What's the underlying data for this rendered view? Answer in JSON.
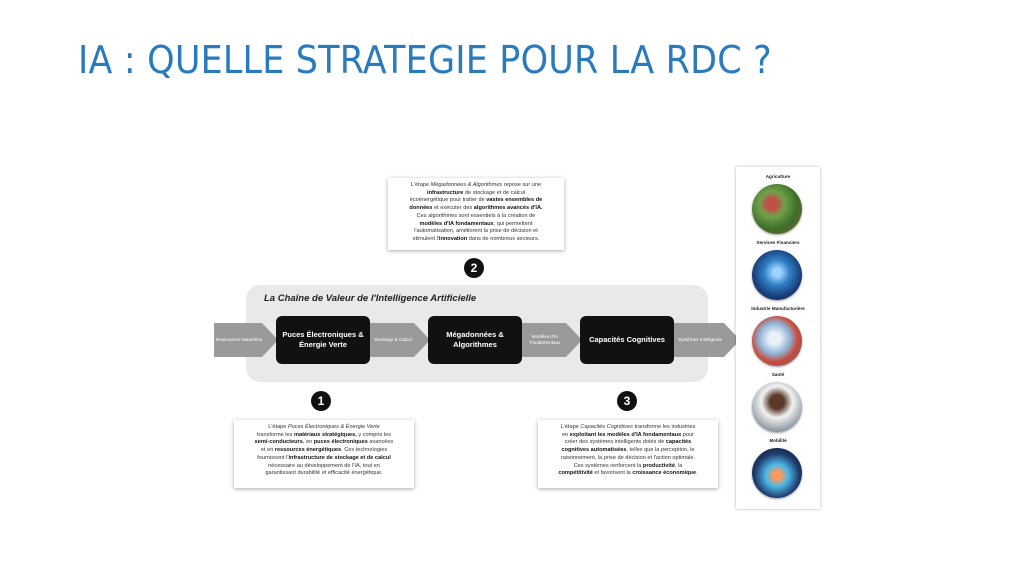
{
  "slide": {
    "title": "IA : QUELLE STRATEGIE POUR LA RDC ?"
  },
  "diagram": {
    "chain_title": "La Chaîne de Valeur de l'Intelligence Artificielle",
    "input_arrow": "Ressources Naturelles",
    "stages": [
      {
        "number": "1",
        "label": "Puces Électroniques & Énergie Verte"
      },
      {
        "number": "2",
        "label": "Mégadonnées & Algorithmes"
      },
      {
        "number": "3",
        "label": "Capacités Cognitives"
      }
    ],
    "connectors": [
      "Stockage & Calcul",
      "Modèles d'IA Fondamentaux",
      "Systèmes Intelligents"
    ],
    "callouts": {
      "step1": {
        "l1a": "L'étape ",
        "l1i": "Puces Électroniques & Énergie Verte",
        "l2a": "transforme les ",
        "l2b": "matériaux stratégiques,",
        "l2c": " y compris les",
        "l3b": "semi-conducteurs",
        "l3a": ", en ",
        "l3c": "puces électroniques",
        "l3d": " avancées",
        "l4a": "et en ",
        "l4b": "ressources énergétiques",
        "l4c": ". Ces technologies",
        "l5a": "fournissent l'",
        "l5b": "infrastructure de stockage et de calcul",
        "l6": "nécessaire au développement de l'IA, tout en",
        "l7": "garantissant durabilité et efficacité énergétique."
      },
      "step2": {
        "l1a": "L'étape ",
        "l1i": "Mégadonnées & Algorithmes",
        "l1c": " repose sur une",
        "l2b": "infrastructure",
        "l2c": " de stockage et de calcul",
        "l3a": "écoénergétique pour traiter de ",
        "l3b": "vastes ensembles de",
        "l4b": "données",
        "l4a": " et exécuter des ",
        "l4c": "algorithmes avancés d'IA.",
        "l5": "Ces algorithmes sont essentiels à la création de",
        "l6b": "modèles d'IA fondamentaux",
        "l6c": ", qui permettent",
        "l7": "l'automatisation, améliorent la prise de décision et",
        "l8a": "stimulent l'",
        "l8b": "innovation",
        "l8c": " dans de nombreux secteurs."
      },
      "step3": {
        "l1a": "L'étape ",
        "l1i": "Capacités Cognitives",
        "l1c": " transforme les industries",
        "l2a": "en ",
        "l2b": "exploitant les modèles d'IA fondamentaux",
        "l2c": " pour",
        "l3a": "créer des systèmes intelligents dotés de ",
        "l3b": "capacités",
        "l4b": "cognitives automatisées",
        "l4c": ", telles que la perception, le",
        "l5": "raisonnement, la prise de décision et l'action optimale.",
        "l6a": "Ces systèmes renforcent la ",
        "l6b": "productivité",
        "l6c": ", la",
        "l7b": "compétitivité",
        "l7a": " et favorisent la ",
        "l7c": "croissance économique",
        "l7d": "."
      }
    },
    "sectors": [
      {
        "label": "Agriculture",
        "icon": "agriculture-image"
      },
      {
        "label": "Services Financiers",
        "icon": "finance-image"
      },
      {
        "label": "Industrie Manufacturière",
        "icon": "manufacturing-image"
      },
      {
        "label": "Santé",
        "icon": "health-image"
      },
      {
        "label": "Mobilité",
        "icon": "mobility-image"
      }
    ],
    "colors": {
      "title": "#2a7bbd",
      "stage_box": "#111111",
      "arrow": "#9a9a9a",
      "panel": "#e9e9e9"
    }
  }
}
